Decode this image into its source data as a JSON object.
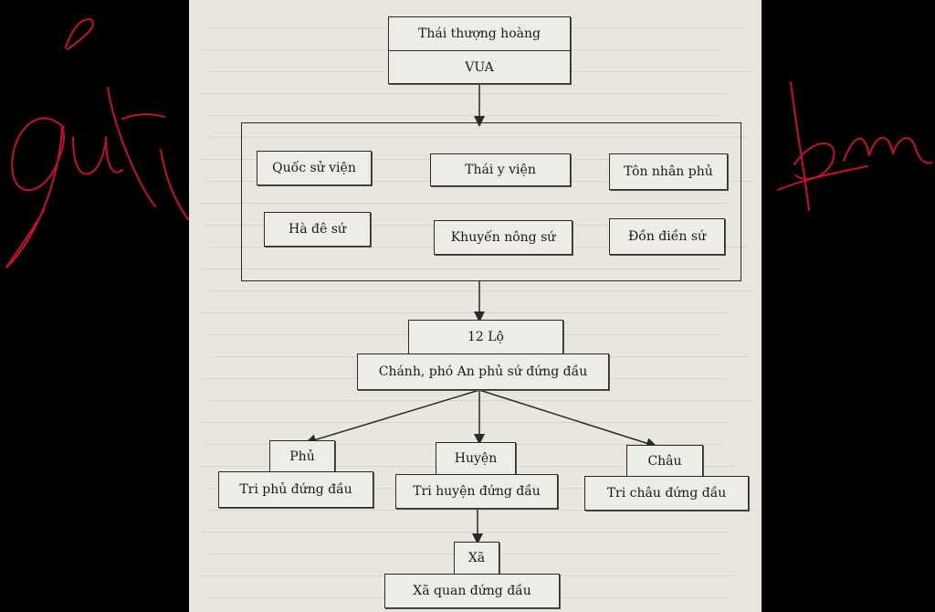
{
  "top": {
    "line1": "Thái thượng hoàng",
    "line2": "VUA"
  },
  "agencies": [
    "Quốc sử viện",
    "Thái y viện",
    "Tôn nhân phủ",
    "Hà đê sứ",
    "Khuyến nông sứ",
    "Đồn điền sứ"
  ],
  "lo": {
    "name": "12 Lộ",
    "head": "Chánh, phó An phủ sứ đứng đầu"
  },
  "phu": {
    "name": "Phủ",
    "head": "Tri phủ đứng đầu"
  },
  "huyen": {
    "name": "Huyện",
    "head": "Tri huyện đứng đầu"
  },
  "chau": {
    "name": "Châu",
    "head": "Tri châu đứng đầu"
  },
  "xa": {
    "name": "Xã",
    "head": "Xã quan đứng đầu"
  },
  "colors": {
    "ink": "#c8102e",
    "line": "#2a2a2a",
    "paper": "#e9e6de"
  }
}
